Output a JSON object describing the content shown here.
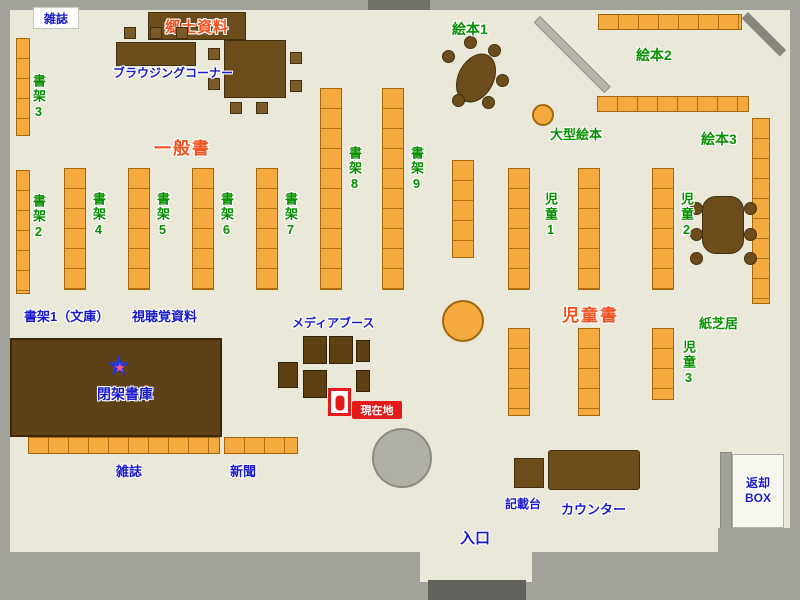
{
  "colors": {
    "floor": "#eae9d9",
    "wall": "#a3a29a",
    "shelf_orange": "#f4aa3f",
    "wood_brown": "#6d4c1c",
    "closed_stacks_brown": "#5e4116",
    "green_label": "#089000",
    "blue_label": "#1a1acc",
    "red_area_label": "#f4511e",
    "current_location_red": "#e31b1b"
  },
  "icons": {
    "star": "★"
  },
  "labels": {
    "magazines_top": "雑誌",
    "local_materials": "郷土資料",
    "browsing_corner": "ブラウジングコーナー",
    "shelf_3": "書架3",
    "shelf_2": "書架2",
    "general_books": "一般書",
    "shelf_4": "書架4",
    "shelf_5": "書架5",
    "shelf_6": "書架6",
    "shelf_7": "書架7",
    "shelf_8": "書架8",
    "shelf_9": "書架9",
    "picture_books_1": "絵本1",
    "picture_books_2": "絵本2",
    "picture_books_3": "絵本3",
    "large_picture_books": "大型絵本",
    "children_1": "児童1",
    "children_2": "児童2",
    "children_3": "児童3",
    "children_books": "児童書",
    "kamishibai": "紙芝居",
    "shelf_1_bunko": "書架1（文庫）",
    "audio_visual": "視聴覚資料",
    "media_booth": "メディアブース",
    "closed_stacks": "閉架書庫",
    "current_location": "現在地",
    "magazines_bottom": "雑誌",
    "newspapers": "新聞",
    "writing_desk": "記載台",
    "counter": "カウンター",
    "return_box": "返却BOX",
    "entrance": "入口"
  }
}
